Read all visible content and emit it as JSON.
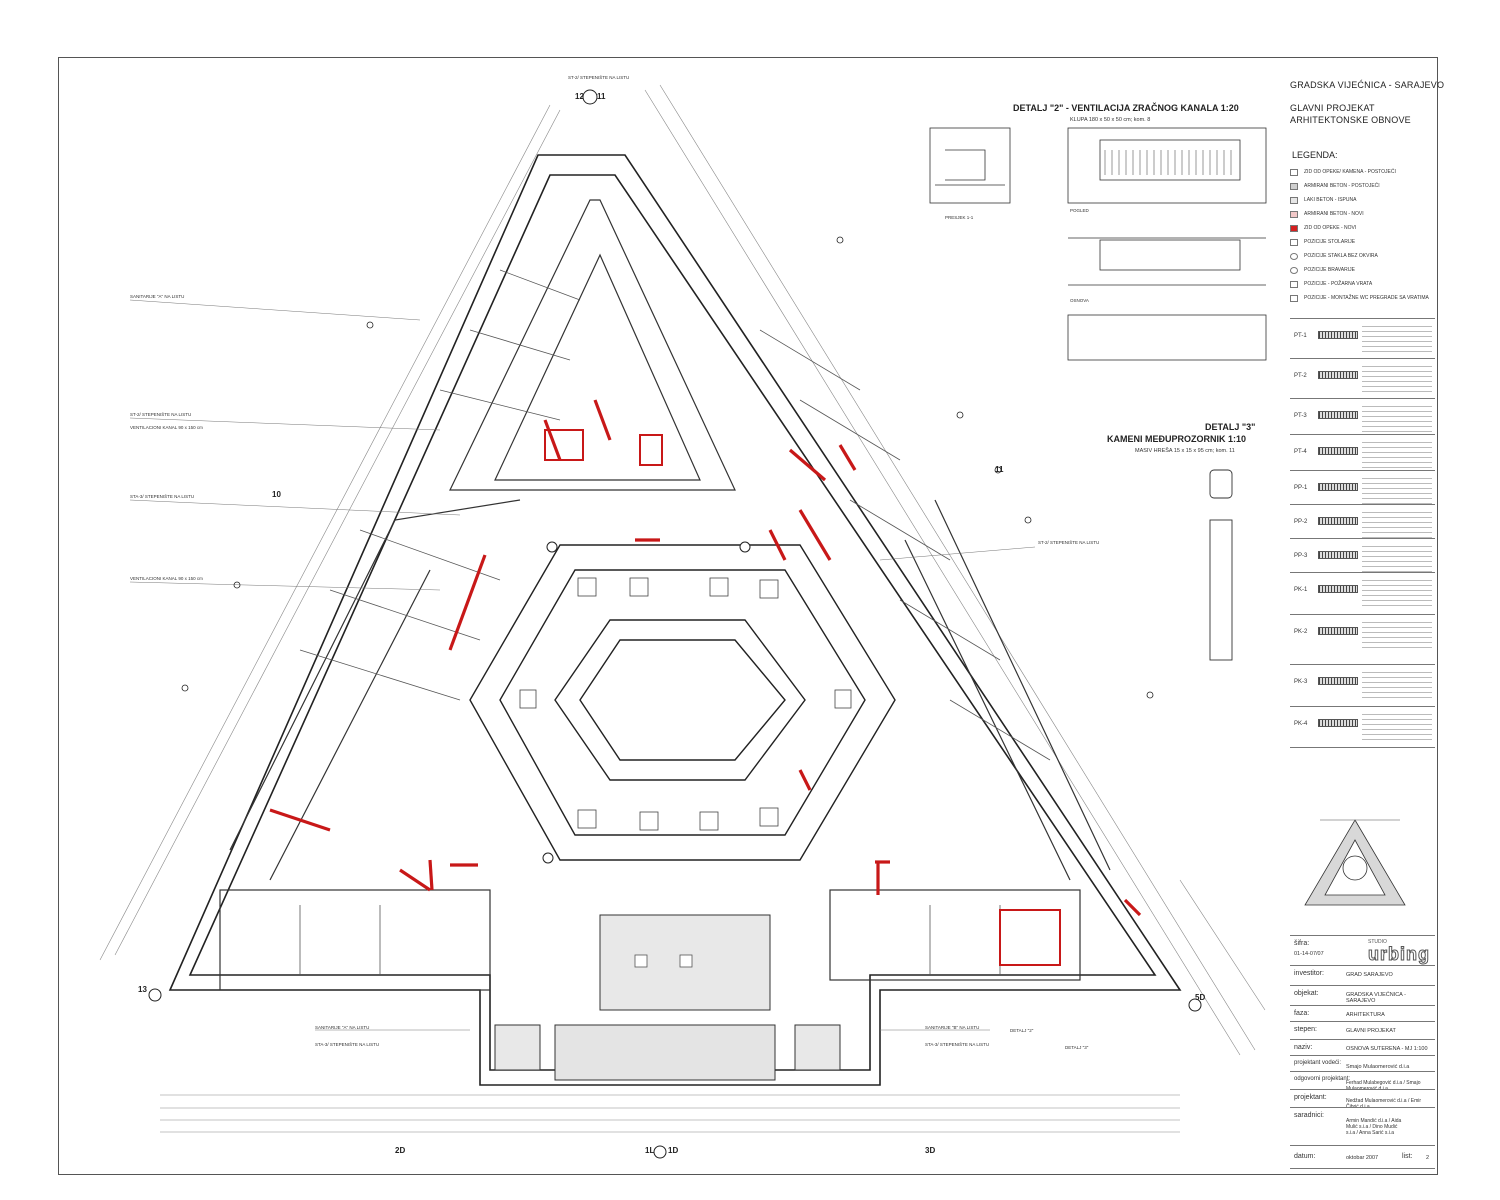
{
  "header": {
    "project_name": "GRADSKA VIJEĆNICA - SARAJEVO",
    "project_type_1": "GLAVNI PROJEKAT",
    "project_type_2": "ARHITEKTONSKE OBNOVE"
  },
  "legend": {
    "title": "LEGENDA:",
    "items": [
      {
        "label": "ZID OD OPEKE/ KAMENA - POSTOJEĆI",
        "color": "#ffffff"
      },
      {
        "label": "ARMIRANI BETON - POSTOJEĆI",
        "color": "#cfcfcf"
      },
      {
        "label": "LAKI BETON - ISPUNA",
        "color": "#e6e6e6"
      },
      {
        "label": "ARMIRANI BETON - NOVI",
        "color": "#f2c8c8"
      },
      {
        "label": "ZID OD OPEKE - NOVI",
        "color": "#d42020"
      },
      {
        "label": "POZICIJE STOLARIJE",
        "color": "#ffffff"
      },
      {
        "label": "POZICIJE STAKLA BEZ OKVIRA",
        "color": "#ffffff"
      },
      {
        "label": "POZICIJE BRAVARIJE",
        "color": "#ffffff"
      },
      {
        "label": "POZICIJE - POŽARNA VRATA",
        "color": "#ffffff"
      },
      {
        "label": "POZICIJE - MONTAŽNE WC PREGRADE SA VRATIMA",
        "color": "#ffffff"
      }
    ]
  },
  "floor_types": [
    "PT-1",
    "PT-2",
    "PT-3",
    "PT-4",
    "PP-1",
    "PP-2",
    "PP-3",
    "PK-1",
    "PK-2",
    "PK-3",
    "PK-4"
  ],
  "detail2": {
    "title": "DETALJ \"2\" - VENTILACIJA ZRAČNOG KANALA   1:20",
    "subtitle": "KLUPA 180 x 50 x 50 cm; kom. 8",
    "section_label": "PRESJEK 1-1",
    "view_label": "POGLED",
    "plan_label": "OSNOVA"
  },
  "detail3": {
    "title_1": "DETALJ \"3\"",
    "title_2": "KAMENI MEĐUPROZORNIK   1:10",
    "subtitle": "MASIV HREŠA 15 x 15 x 95 cm; kom. 11"
  },
  "plan_notes": {
    "left": [
      "SANITARIJE \"A\" NA LISTU",
      "ST-2/ STEPENIŠTE NA LISTU",
      "VENTILACIONI KANAL 90 x 150 cm",
      "STA-3/ STEPENIŠTE NA LISTU",
      "VENTILACIONI KANAL 90 x 150 cm"
    ],
    "top": "ST-2/ STEPENIŠTE NA LISTU",
    "right": "ST-2/ STEPENIŠTE NA LISTU",
    "bottom_left_1": "SANITARIJE \"A\" NA LISTU",
    "bottom_left_2": "STA-3/ STEPENIŠTE NA LISTU",
    "bottom_right_1": "SANITARIJE \"B\" NA LISTU",
    "bottom_right_2": "STA-3/ STEPENIŠTE NA LISTU",
    "detail_ref_1": "DETALJ \"2\"",
    "detail_ref_2": "DETALJ \"3\""
  },
  "axes": {
    "top": "12",
    "top_2": "11",
    "bottom_left": "2D",
    "bottom_center": "1L",
    "bottom_center_2": "1D",
    "bottom_right": "3D",
    "left": "10",
    "left_2": "13",
    "right": "11",
    "right_2": "5D"
  },
  "title_block": {
    "sifra_label": "šifra:",
    "sifra_value": "01-14-07/07",
    "studio_small": "STUDIO",
    "studio_name": "urbing",
    "rows": [
      {
        "label": "investitor:",
        "value": "GRAD SARAJEVO"
      },
      {
        "label": "objekat:",
        "value": "GRADSKA VIJEĆNICA - SARAJEVO"
      },
      {
        "label": "faza:",
        "value": "ARHITEKTURA"
      },
      {
        "label": "stepen:",
        "value": "GLAVNI PROJEKAT"
      },
      {
        "label": "naziv:",
        "value": "OSNOVA SUTERENA - MJ 1:100"
      },
      {
        "label": "projektant vodeći:",
        "value": "Smajo Mulaomerović d.i.a"
      },
      {
        "label": "odgovorni projektant:",
        "value": "Ferhad Mulabegović d.i.a / Smajo Mulaomerović d.i.a"
      },
      {
        "label": "projektant:",
        "value": "Nedžad Mulaomerović d.i.a / Emir Čibrić d.i.a"
      },
      {
        "label": "saradnici:",
        "value": "Armin Mandić d.i.a / Aida Mulić s.i.a / Dino Mudić s.i.a / Anna Sarić s.i.a"
      }
    ],
    "datum_label": "datum:",
    "datum_value": "oktobar 2007",
    "list_label": "list:",
    "list_value": "2"
  }
}
